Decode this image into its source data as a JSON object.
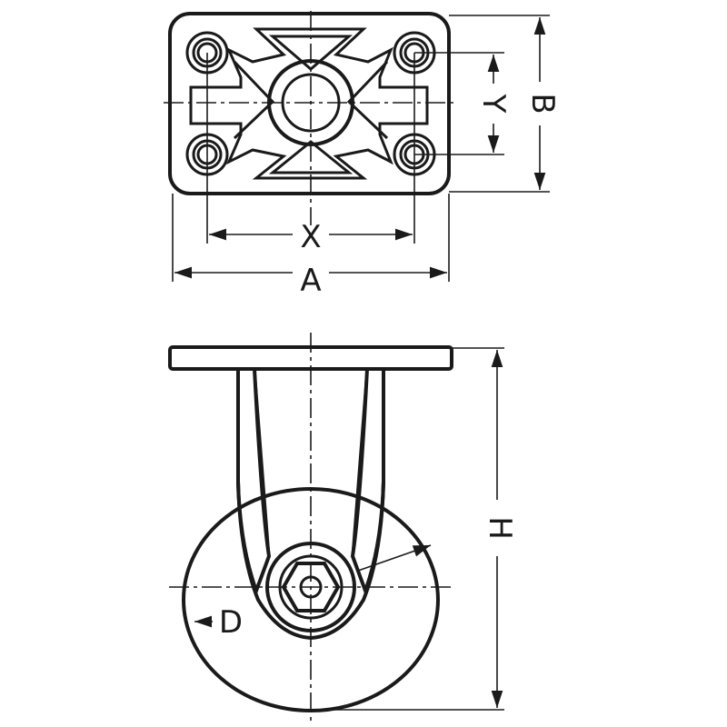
{
  "dimension_labels": {
    "plate_length": "A",
    "plate_width": "B",
    "hole_spacing_x": "X",
    "hole_spacing_y": "Y",
    "overall_height": "H",
    "wheel_diameter": "D"
  },
  "colors": {
    "line": "#1a1a1a",
    "background": "#ffffff"
  }
}
